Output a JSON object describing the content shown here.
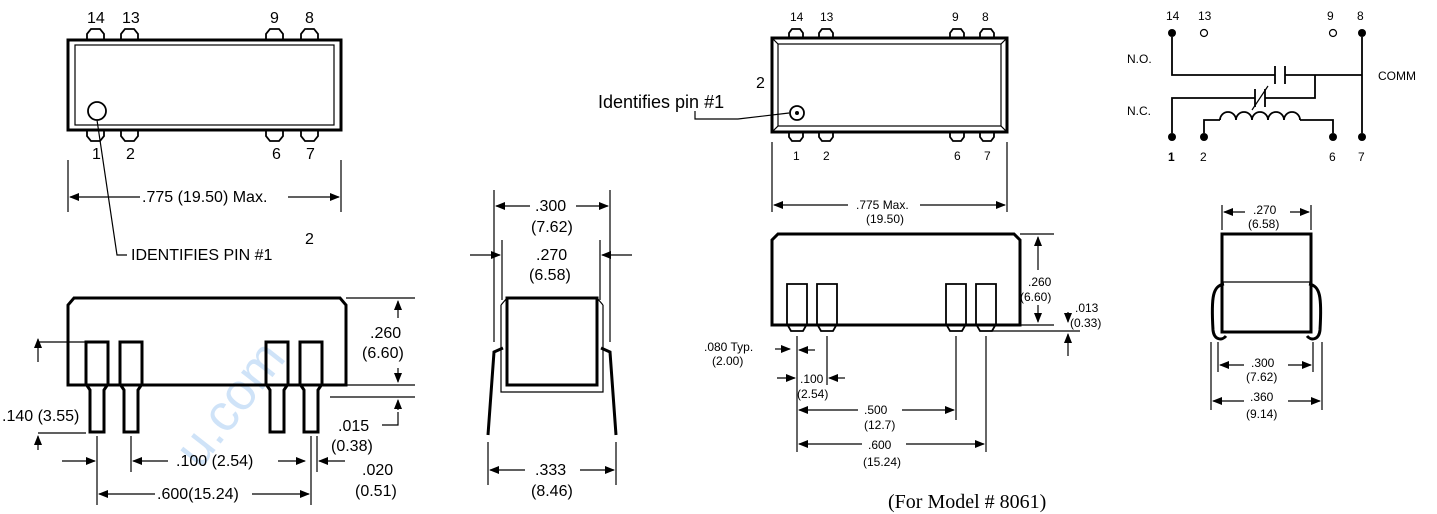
{
  "left": {
    "top_pins": [
      "14",
      "13",
      "9",
      "8"
    ],
    "bottom_pins": [
      "1",
      "2",
      "6",
      "7"
    ],
    "length_dim": ".775 (19.50) Max.",
    "pin1_note": "IDENTIFIES PIN #1",
    "pin1_sup": "2",
    "side_height": ".260",
    "side_height_mm": "(6.60)",
    "lead_len": ".140 (3.55)",
    "standoff": ".015",
    "standoff_mm": "(0.38)",
    "pitch": ".100 (2.54)",
    "lead_w": ".020",
    "lead_w_mm": "(0.51)",
    "span": ".600(15.24)",
    "end_top": ".300",
    "end_top_mm": "(7.62)",
    "end_body": ".270",
    "end_body_mm": "(6.58)",
    "end_bottom": ".333",
    "end_bottom_mm": "(8.46)"
  },
  "right": {
    "top_pins": [
      "14",
      "13",
      "9",
      "8"
    ],
    "bottom_pins": [
      "1",
      "2",
      "6",
      "7"
    ],
    "pin1_note": "Identifies pin #1",
    "pin1_sup": "2",
    "length_dim": ".775 Max.",
    "length_mm": "(19.50)",
    "side_height": ".260",
    "side_height_mm": "(6.60)",
    "standoff": ".013",
    "standoff_mm": "(0.33)",
    "lead_typ": ".080 Typ.",
    "lead_typ_mm": "(2.00)",
    "pitch": ".100",
    "pitch_mm": "(2.54)",
    "spacing": ".500",
    "spacing_mm": "(12.7)",
    "span": ".600",
    "span_mm": "(15.24)",
    "end_body": ".270",
    "end_body_mm": "(6.58)",
    "end_row": ".300",
    "end_row_mm": "(7.62)",
    "end_outer": ".360",
    "end_outer_mm": "(9.14)"
  },
  "schematic": {
    "top_pins": [
      "14",
      "13",
      "9",
      "8"
    ],
    "bottom_pins": [
      "1",
      "2",
      "6",
      "7"
    ],
    "no_label": "N.O.",
    "nc_label": "N.C.",
    "comm_label": "COMM"
  },
  "caption": "(For Model # 8061)",
  "watermark": "u.com"
}
